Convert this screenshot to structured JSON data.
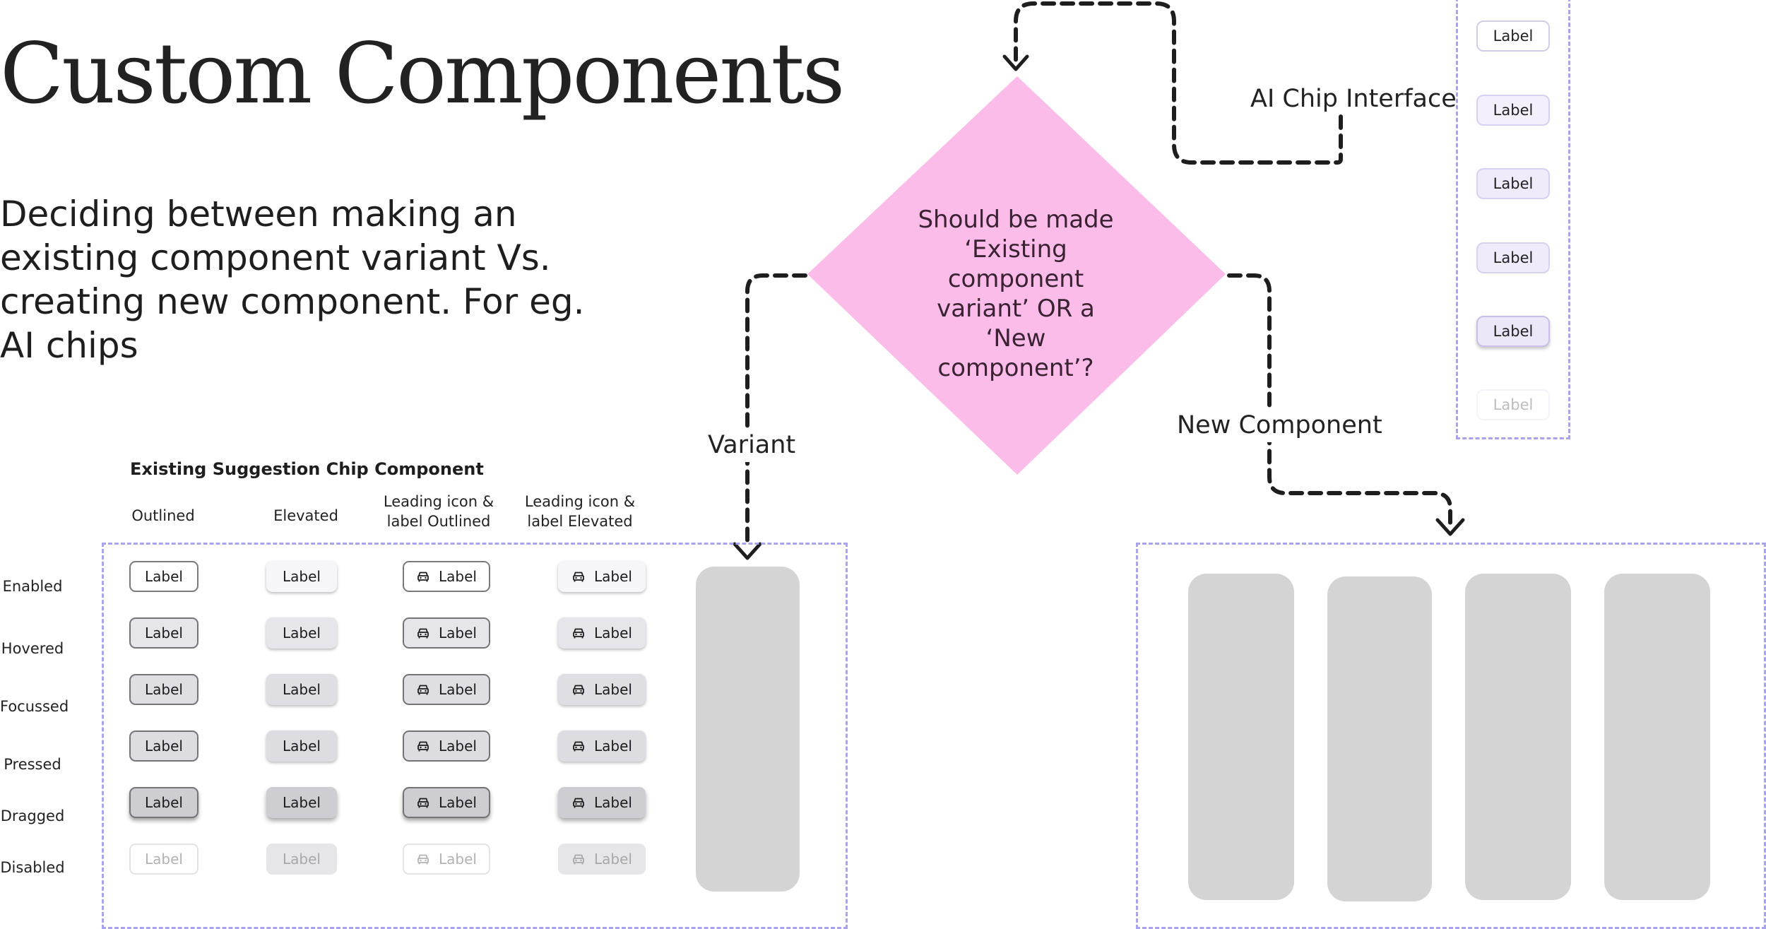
{
  "page": {
    "title": "Custom Components",
    "subtitle": "Deciding between making an existing component variant Vs. creating new component. For eg. AI chips"
  },
  "flow": {
    "decision_lines": [
      "Should be made",
      "‘Existing",
      "component",
      "variant’ OR a ‘New",
      "component’?"
    ],
    "decision_color": "#fcbce9",
    "variant_label": "Variant",
    "new_component_label": "New Component",
    "ai_chip_interface_label": "AI Chip Interface"
  },
  "existing": {
    "title": "Existing Suggestion Chip Component",
    "columns": [
      "Outlined",
      "Elevated",
      "Leading icon & label Outlined",
      "Leading icon & label Elevated"
    ],
    "rows": [
      "Enabled",
      "Hovered",
      "Focussed",
      "Pressed",
      "Dragged",
      "Disabled"
    ],
    "chip_label": "Label",
    "leading_icon": "car-icon"
  },
  "ai_chips": {
    "labels": [
      "Label",
      "Label",
      "Label",
      "Label",
      "Label",
      "Label"
    ],
    "accent": "#f0ecfb"
  },
  "colors": {
    "dashed_border": "#a9a2ec",
    "placeholder": "#d4d4d4",
    "connector": "#1e1e1e"
  }
}
